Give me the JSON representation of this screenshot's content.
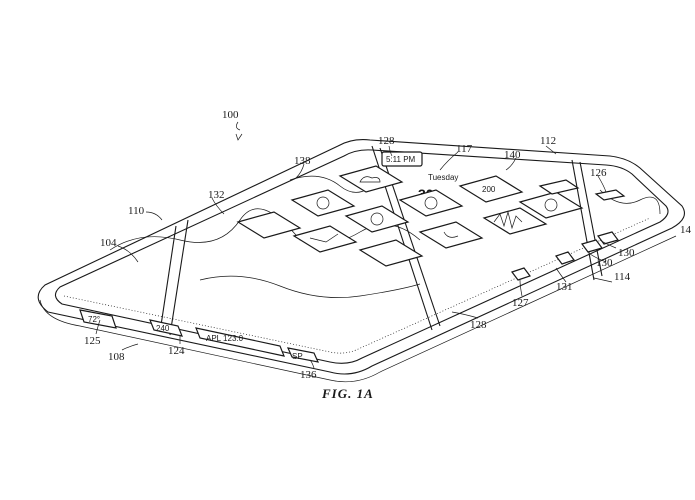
{
  "figure": {
    "caption": "FIG. 1A",
    "refs": {
      "r100": "100",
      "r104": "104",
      "r108": "108",
      "r110": "110",
      "r112": "112",
      "r114": "114",
      "r117": "117",
      "r124": "124",
      "r125": "125",
      "r126": "126",
      "r127": "127",
      "r128a": "128",
      "r128b": "128",
      "r130a": "130",
      "r130b": "130",
      "r131": "131",
      "r132": "132",
      "r136": "136",
      "r138": "138",
      "r140": "140",
      "r14": "14"
    }
  },
  "screen": {
    "time": "5:11 PM",
    "date_label": "Tuesday",
    "date_number": "30",
    "temp_left": "72°",
    "stock_value": "240",
    "stock_label": "APL 123.0",
    "sp_label": "SP",
    "small_box": "200"
  }
}
